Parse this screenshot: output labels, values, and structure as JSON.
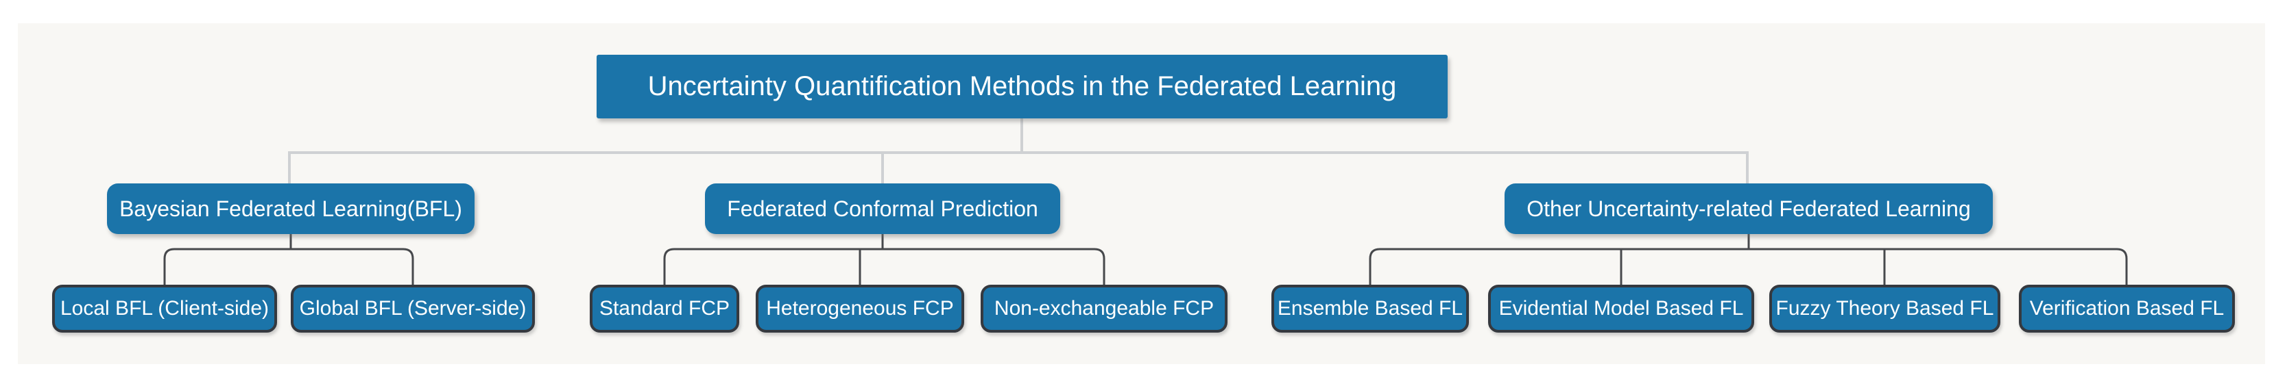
{
  "diagram": {
    "title": "Uncertainty Quantification Methods in the Federated Learning",
    "root": {
      "label": "Uncertainty Quantification Methods in the Federated Learning"
    },
    "branches": [
      {
        "label": "Bayesian Federated Learning(BFL)",
        "children": [
          {
            "label": "Local BFL (Client-side)"
          },
          {
            "label": "Global BFL (Server-side)"
          }
        ]
      },
      {
        "label": "Federated Conformal Prediction",
        "children": [
          {
            "label": "Standard FCP"
          },
          {
            "label": "Heterogeneous FCP"
          },
          {
            "label": "Non-exchangeable FCP"
          }
        ]
      },
      {
        "label": "Other Uncertainty-related Federated Learning",
        "children": [
          {
            "label": "Ensemble Based FL"
          },
          {
            "label": "Evidential Model Based FL"
          },
          {
            "label": "Fuzzy Theory Based FL"
          },
          {
            "label": "Verification Based FL"
          }
        ]
      }
    ],
    "colors": {
      "node_fill": "#1b74a9",
      "node_text": "#ffffff",
      "level1_connector": "#cfd1d3",
      "level2_connector": "#47494c",
      "leaf_border": "#35393f",
      "canvas_background": "#f8f7f4",
      "page_background": "#ffffff"
    }
  }
}
